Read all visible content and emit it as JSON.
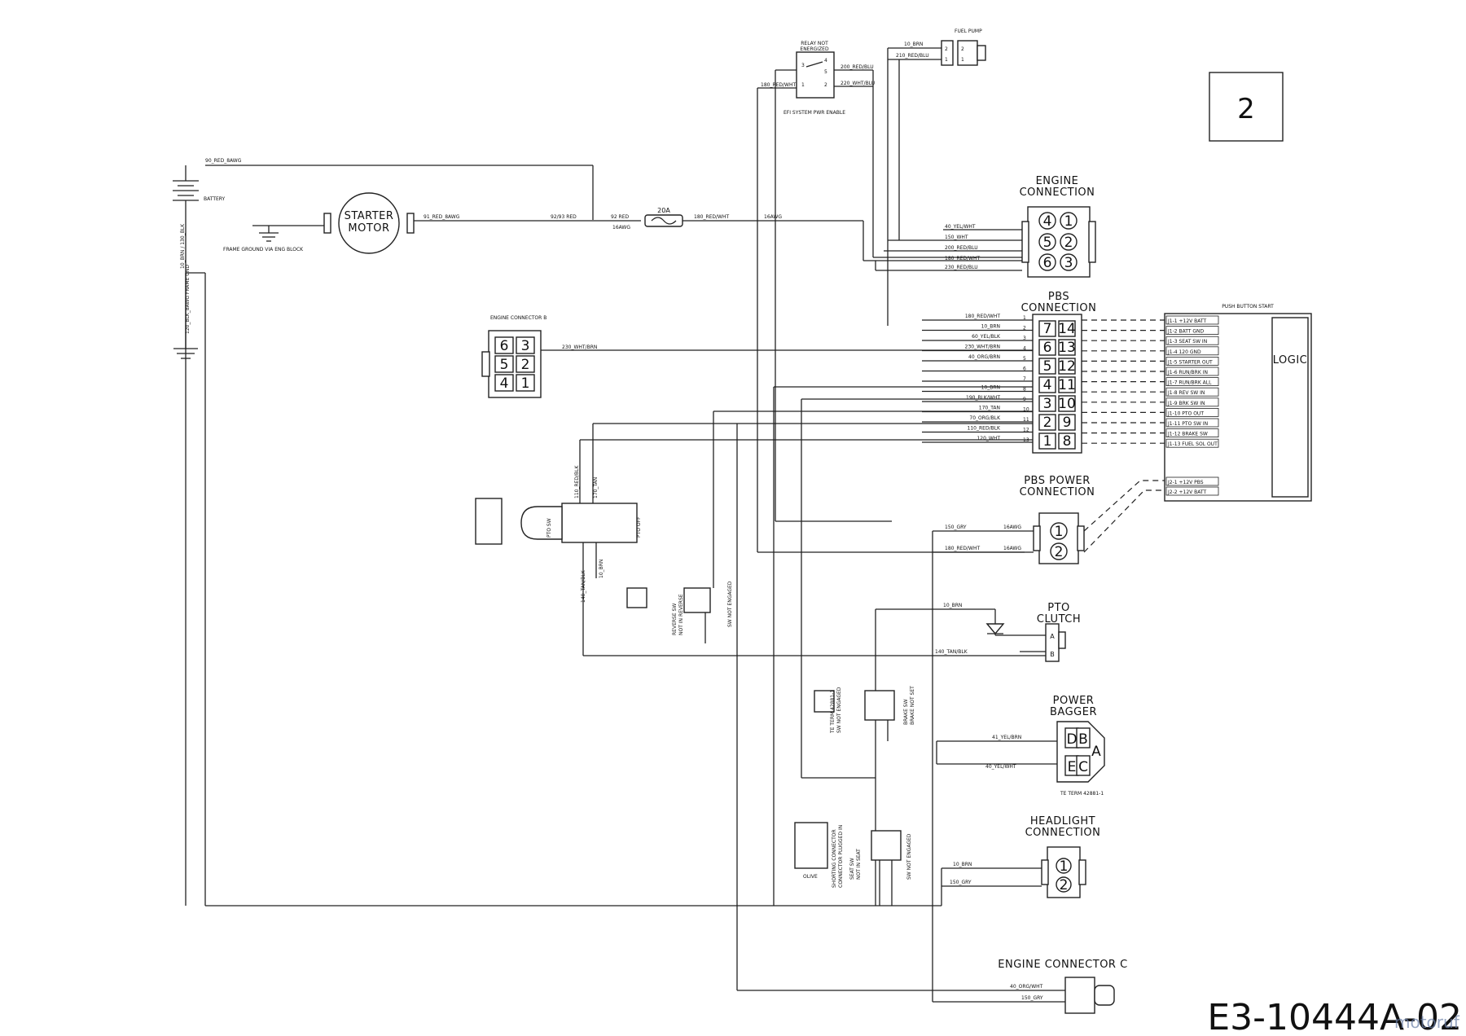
{
  "sheet_number": "2",
  "document_code": "E3-10444A-02",
  "watermark": "motoruf",
  "components": {
    "starter_motor": [
      "STARTER",
      "MOTOR"
    ],
    "engine_connection": [
      "ENGINE",
      "CONNECTION"
    ],
    "pbs_connection": [
      "PBS",
      "CONNECTION"
    ],
    "pbs_power_connection": [
      "PBS POWER",
      "CONNECTION"
    ],
    "pto_clutch": [
      "PTO",
      "CLUTCH"
    ],
    "power_bagger": [
      "POWER",
      "BAGGER"
    ],
    "headlight_connection": [
      "HEADLIGHT",
      "CONNECTION"
    ],
    "engine_connector_c": "ENGINE CONNECTOR C",
    "logic": "LOGIC",
    "fuse": "20A",
    "relay_title": [
      "RELAY NOT",
      "ENERGIZED"
    ],
    "relay_caption": "EFI SYSTEM PWR ENABLE",
    "fuel_pump": "FUEL PUMP",
    "battery": "BATTERY",
    "frame_ground": "FRAME GROUND VIA ENG BLOCK",
    "engine_connector_b": "ENGINE CONNECTOR B",
    "push_button_start": "PUSH BUTTON START",
    "pto_sw": "PTO SW",
    "pto_off": "PTO OFF",
    "reverse_sw": [
      "REVERSE SW",
      "NOT IN REVERSE"
    ],
    "sw_not_engaged": "SW NOT ENGAGED",
    "brake_sw": [
      "BRAKE SW",
      "BRAKE NOT SET"
    ],
    "seat_sw": [
      "SEAT SW",
      "NOT IN SEAT"
    ],
    "shorting_connector": [
      "SHORTING CONNECTOR",
      "CONNECTOR PLUGGED IN"
    ],
    "olive": "OLIVE",
    "pto_term": [
      "TE TERM 42881-1",
      "SW NOT ENGAGED"
    ],
    "te_term_bagger": "TE TERM 42881-1"
  },
  "pins": {
    "engine_connection": [
      "4",
      "1",
      "5",
      "2",
      "6",
      "3"
    ],
    "pbs_connection": [
      "7",
      "14",
      "6",
      "13",
      "5",
      "12",
      "4",
      "11",
      "3",
      "10",
      "2",
      "9",
      "1",
      "8"
    ],
    "engine_connector_b": [
      "6",
      "3",
      "5",
      "2",
      "4",
      "1"
    ],
    "pbs_power_connection": [
      "1",
      "2"
    ],
    "headlight_connection": [
      "1",
      "2"
    ],
    "pto_clutch": [
      "A",
      "B"
    ],
    "power_bagger": [
      "D",
      "B",
      "A",
      "E",
      "C"
    ]
  },
  "wires": {
    "battery_top": "90_RED_8AWG",
    "starter_feed": "91_RED_8AWG",
    "starter_out": "92/93 RED",
    "fuse_in": "92 RED",
    "fuse_gauge": "16AWG",
    "fuse_out": "180_RED/WHT",
    "fuse_out_gauge": "16AWG",
    "battery_neg": "10_BRN / 130_BLK",
    "frame_gnd": "120_BLK_8AWG FRAME GND",
    "relay_w1": "200_RED/BLU",
    "relay_w2": "220_WHT/BLU",
    "relay_w3": "180_RED/WHT",
    "fuel_w1": "10_BRN",
    "fuel_w2": "210_RED/BLU",
    "eng_w1": "40_YEL/WHT",
    "eng_w2": "150_WHT",
    "eng_w3": "200_RED/BLU",
    "eng_w4": "180_RED/WHT",
    "eng_w5": "230_RED/BLU",
    "pbs_w1": "180_RED/WHT",
    "pbs_w2": "10_BRN",
    "pbs_w3": "60_YEL/BLK",
    "pbs_w4": "230_WHT/BRN",
    "pbs_w5": "40_ORG/BRN",
    "pbs_w8": "10_BRN",
    "pbs_w9": "190_BLK/WHT",
    "pbs_w10": "170_TAN",
    "pbs_w11": "70_ORG/BLK",
    "pbs_w12": "110_RED/BLK",
    "pbs_w13": "120_WHT",
    "engb_w": "230_WHT/BRN",
    "pto_w1": "110_RED/BLK",
    "pto_w2": "170_TAN",
    "pto_w3": "140_TAN/BLK",
    "pto_w4": "10_BRN",
    "pbs_pwr_w1": "150_GRY",
    "pbs_pwr_w2": "180_RED/WHT",
    "clutch_w1": "10_BRN",
    "clutch_w2": "140_TAN/BLK",
    "bagger_w1": "41_YEL/BRN",
    "bagger_w2": "40_YEL/WHT",
    "head_w1": "10_BRN",
    "head_w2": "150_GRY",
    "engc_w1": "40_ORG/WHT",
    "engc_w2": "150_GRY",
    "awg16": "16AWG"
  },
  "pbs_logic_rows": [
    "J1-1  +12V BATT",
    "J1-2  BATT GND",
    "J1-3  SEAT SW IN",
    "J1-4  120 GND",
    "J1-5  STARTER OUT",
    "J1-6  RUN/BRK IN",
    "J1-7  RUN/BRK ALL",
    "J1-8  REV SW IN",
    "J1-9  BRK SW IN",
    "J1-10  PTO OUT",
    "J1-11  PTO SW IN",
    "J1-12  BRAKE SW",
    "J1-13  FUEL SOL OUT",
    "J2-1  +12V PBS",
    "J2-2  +12V BATT"
  ]
}
